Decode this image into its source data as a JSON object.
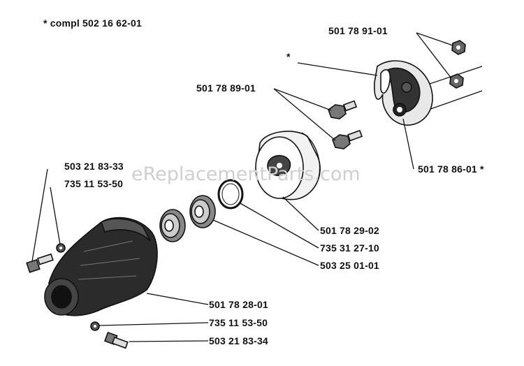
{
  "title": "* compl 502 16 62-01",
  "watermark": "eReplacementParts.com",
  "parts": {
    "nut_pair_top": "501 78 91-01",
    "asterisk_mark": "*",
    "bolt_pair": "501 78 89-01",
    "clutch_spring": "501 78 86-01 *",
    "clutch_drum": "501 78 29-02",
    "circlip": "735 31 27-10",
    "bearing": "503 25 01-01",
    "screw_top": "503 21 83-33",
    "washer_top": "735 11 53-50",
    "gear_housing": "501 78 28-01",
    "washer_bottom": "735 11 53-50",
    "screw_bottom": "503 21 83-34"
  },
  "colors": {
    "ink": "#111111",
    "paper": "#ffffff",
    "watermark": "#cfcfcf"
  }
}
